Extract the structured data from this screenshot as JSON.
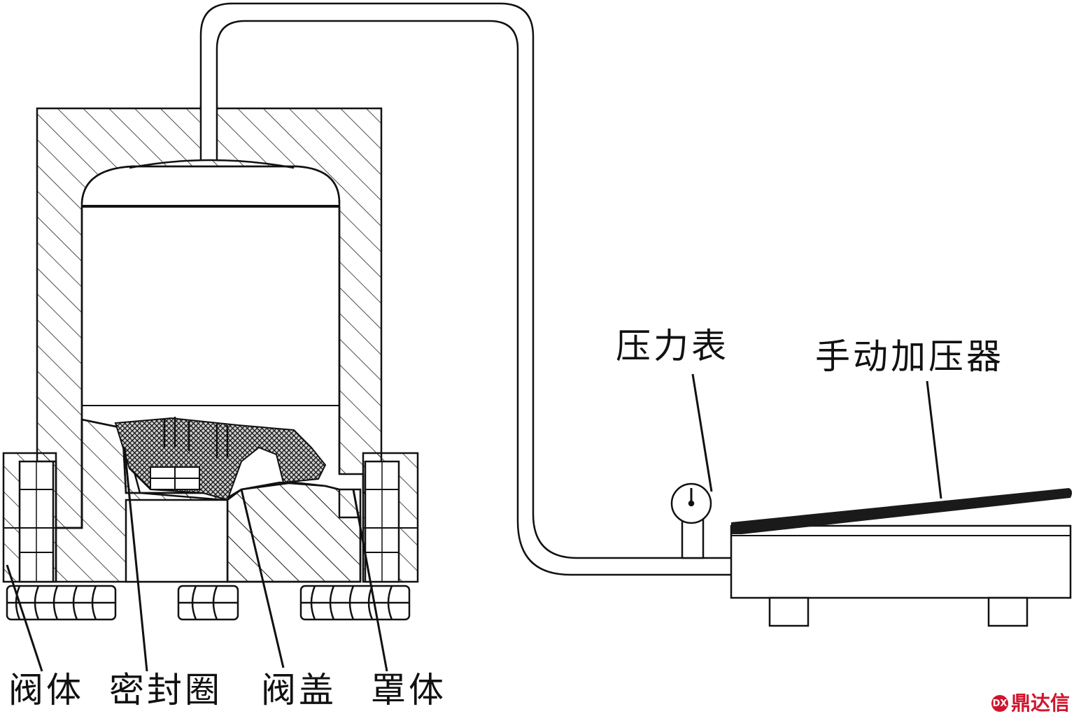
{
  "labels": {
    "valve_body": "阀体",
    "seal_ring": "密封圈",
    "bonnet": "阀盖",
    "cover": "罩体",
    "pressure_gauge": "压力表",
    "manual_pump": "手动加压器"
  },
  "watermark": {
    "text": "鼎达信",
    "icon": "badge-logo-icon"
  },
  "colors": {
    "line": "#111111",
    "watermark": "#d0142c"
  }
}
